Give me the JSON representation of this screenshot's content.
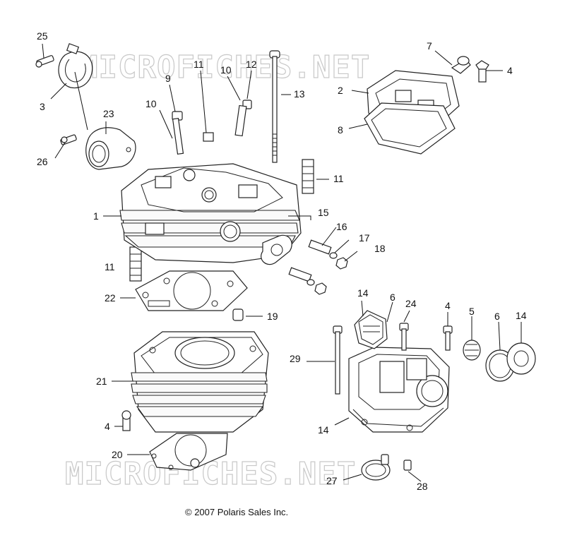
{
  "watermark": "MICROFICHES.NET",
  "copyright": "© 2007 Polaris Sales Inc.",
  "callouts": {
    "c1": "1",
    "c2": "2",
    "c3": "3",
    "c4a": "4",
    "c4b": "4",
    "c4c": "4",
    "c5": "5",
    "c6a": "6",
    "c6b": "6",
    "c7": "7",
    "c8": "8",
    "c9": "9",
    "c10a": "10",
    "c10b": "10",
    "c11a": "11",
    "c11b": "11",
    "c11c": "11",
    "c12": "12",
    "c13": "13",
    "c14a": "14",
    "c14b": "14",
    "c14c": "14",
    "c15": "15",
    "c16": "16",
    "c17": "17",
    "c18": "18",
    "c19": "19",
    "c20": "20",
    "c21": "21",
    "c22": "22",
    "c23": "23",
    "c24": "24",
    "c25": "25",
    "c26": "26",
    "c27": "27",
    "c28": "28",
    "c29": "29"
  }
}
